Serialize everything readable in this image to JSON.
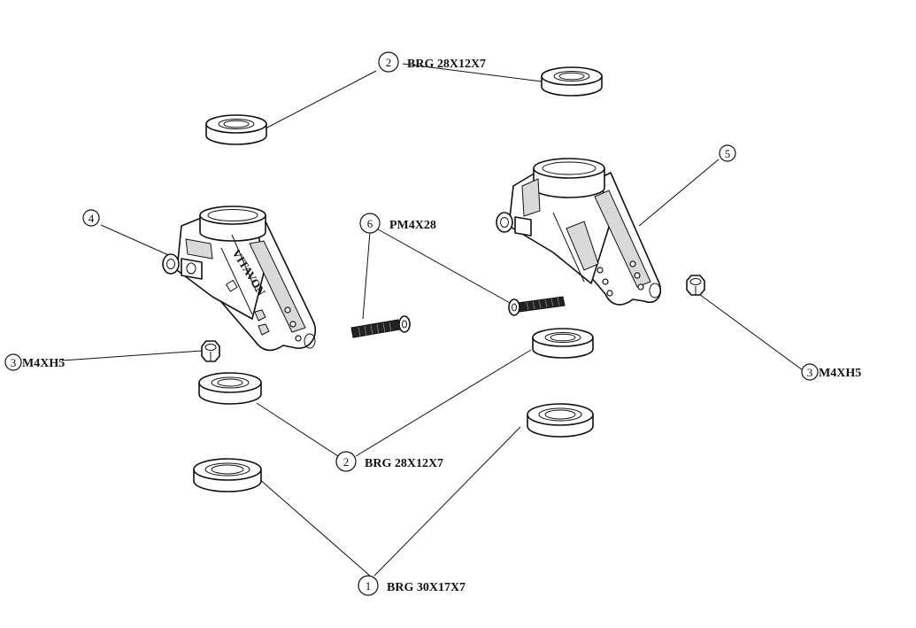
{
  "callouts": [
    {
      "id": "c1",
      "num": "1",
      "text": "BRG 30X17X7"
    },
    {
      "id": "c2a",
      "num": "2",
      "text": "BRG 28X12X7"
    },
    {
      "id": "c2b",
      "num": "2",
      "text": "BRG 28X12X7"
    },
    {
      "id": "c3a",
      "num": "3",
      "text": "M4XH5"
    },
    {
      "id": "c3b",
      "num": "3",
      "text": "M4XH5"
    },
    {
      "id": "c4",
      "num": "4",
      "text": ""
    },
    {
      "id": "c5",
      "num": "5",
      "text": ""
    },
    {
      "id": "c6",
      "num": "6",
      "text": "PM4X28"
    }
  ],
  "knuckle_text": "VITAVON"
}
